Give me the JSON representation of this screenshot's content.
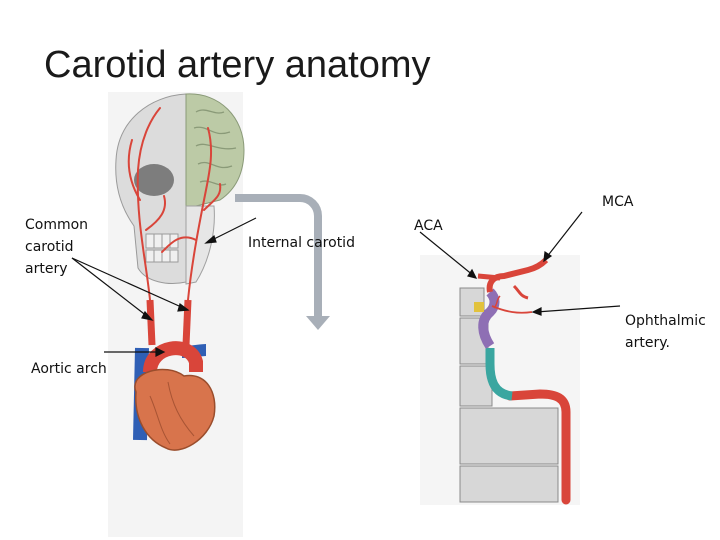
{
  "slide": {
    "title": "Carotid artery anatomy"
  },
  "labels": {
    "common_carotid_line1": "Common",
    "common_carotid_line2": "carotid",
    "common_carotid_line3": "artery",
    "aortic_arch": "Aortic arch",
    "internal_carotid": "Internal carotid",
    "aca": "ACA",
    "mca": "MCA",
    "ophthalmic_line1": "Ophthalmic",
    "ophthalmic_line2": "artery."
  },
  "colors": {
    "artery_red": "#d9453a",
    "vein_blue": "#2f5fb5",
    "bone": "#d8d8d8",
    "brain": "#b9c7a4",
    "heart": "#d8744c",
    "flow_arrow": "#a8afb8"
  }
}
